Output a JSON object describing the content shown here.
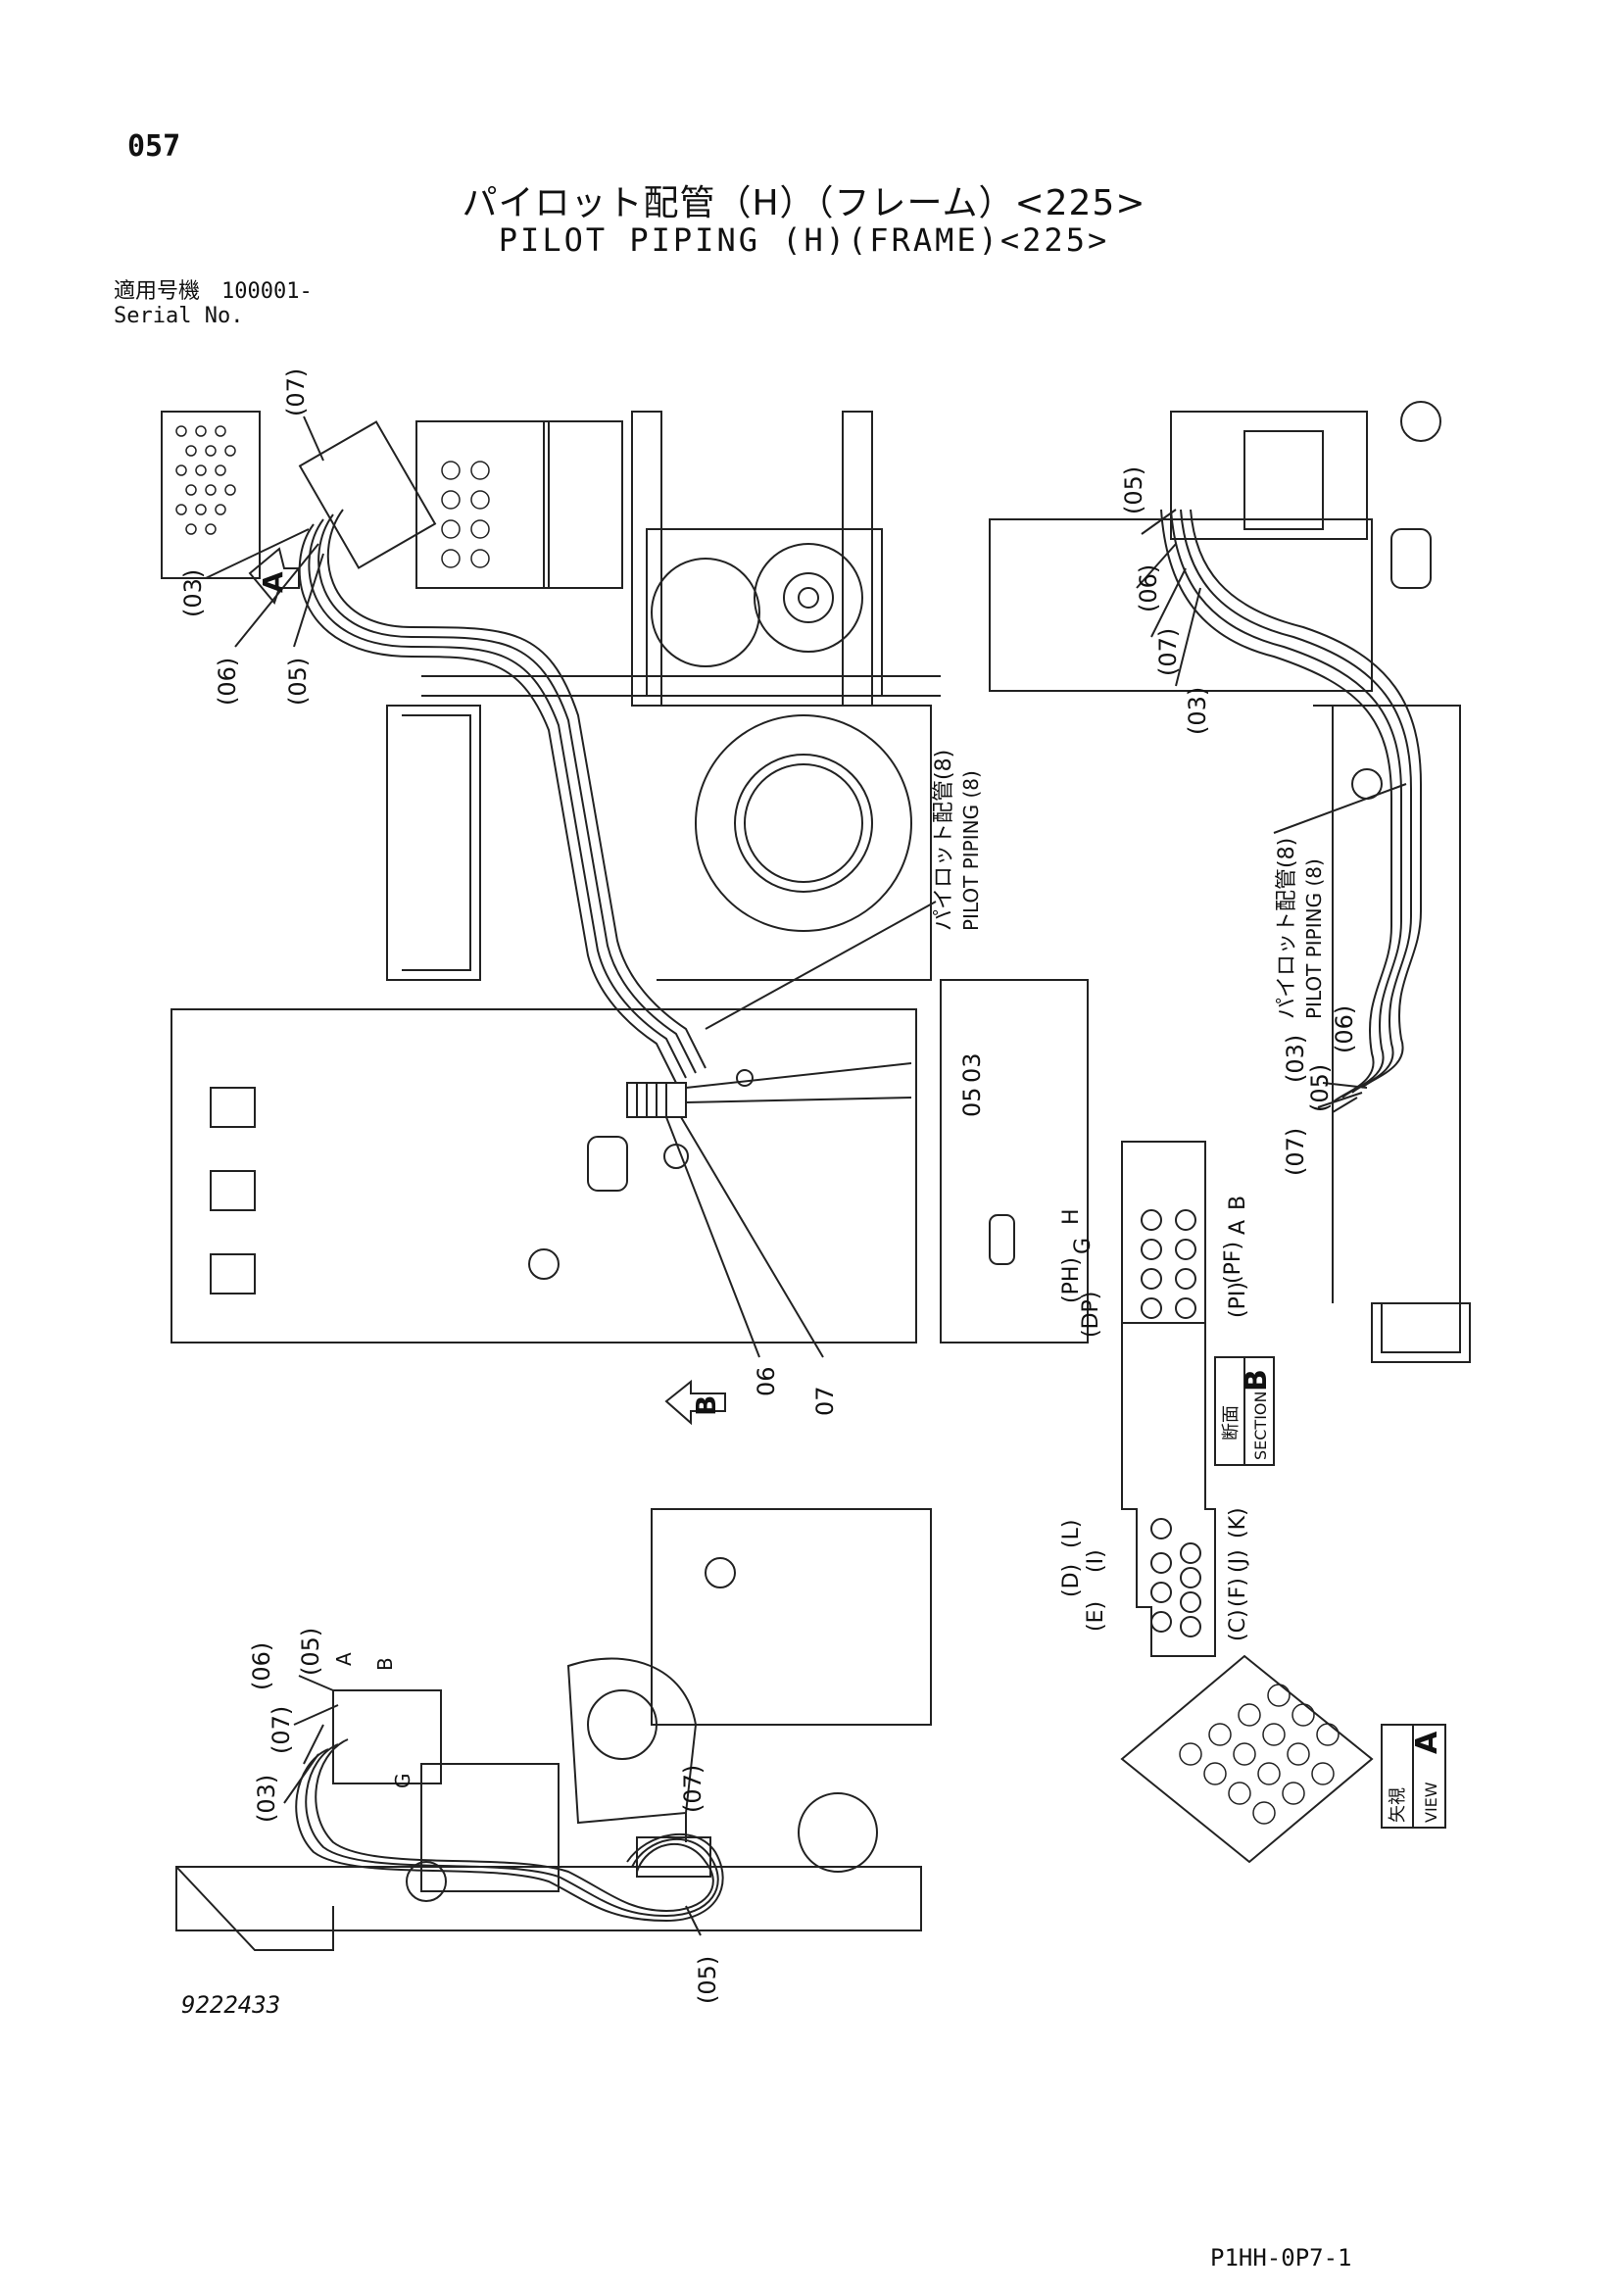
{
  "page_number": "057",
  "title_jp": "パイロット配管（H）（フレーム）<225>",
  "title_en": "PILOT PIPING (H)(FRAME)<225>",
  "serial_label_jp": "適用号機　100001-",
  "serial_label_en": "Serial No.",
  "drawing_number": "9222433",
  "page_code": "P1HH-0P7-1",
  "callouts": {
    "c03": "(03)",
    "c05": "(05)",
    "c06": "(06)",
    "c07": "(07)",
    "n03": "03",
    "n05": "05",
    "n06": "06",
    "n07": "07"
  },
  "pilot_piping_jp": "パイロット配管(8)",
  "pilot_piping_en": "PILOT PIPING (8)",
  "view_arrow_a": "A",
  "view_arrow_b": "B",
  "ports": {
    "H": "H",
    "G": "G",
    "B": "B",
    "A": "A",
    "PH": "(PH)",
    "DP": "(DP)",
    "PF": "(PF)",
    "PI": "(PI)",
    "L": "(L)",
    "I": "(I)",
    "D": "(D)",
    "E": "(E)",
    "K": "(K)",
    "J": "(J)",
    "F": "(F)",
    "C": "(C)"
  },
  "section_label_jp": "断面",
  "section_label_en": "SECTION",
  "section_letter": "B",
  "view_label_jp": "矢視",
  "view_label_en": "VIEW",
  "view_letter": "A"
}
